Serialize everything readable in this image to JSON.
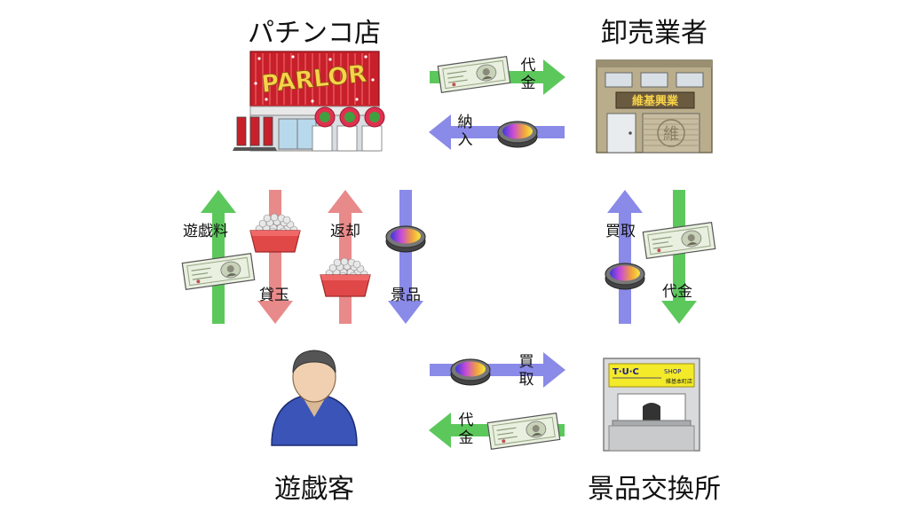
{
  "nodes": {
    "parlor": "パチンコ店",
    "wholesaler": "卸売業者",
    "customer": "遊戯客",
    "exchange": "景品交換所"
  },
  "signs": {
    "parlor_sign": "PARLOR",
    "wholesaler_sign": "維基興業",
    "wholesaler_emblem": "維",
    "exchange_logo": "T·U·C",
    "exchange_shop": "SHOP",
    "exchange_branch": "維基本町店"
  },
  "flows": {
    "parlor_to_wholesaler": "代金",
    "wholesaler_to_parlor": "納入",
    "customer_to_parlor": "遊戯料",
    "parlor_to_customer_balls": "貸玉",
    "customer_to_parlor_return": "返却",
    "parlor_to_customer_prize": "景品",
    "exchange_to_wholesaler": "買取",
    "wholesaler_to_exchange": "代金",
    "customer_to_exchange": "買取",
    "exchange_to_customer": "代金"
  },
  "colors": {
    "money_flow": "#5cc85c",
    "ball_flow": "#e88a8a",
    "prize_flow": "#8a8ae8",
    "banknote": "#e9f0df",
    "tray": "#e04848"
  },
  "icons": {
    "money": "banknote-icon",
    "balls": "ball-tray-icon",
    "prize": "prize-token-icon"
  }
}
